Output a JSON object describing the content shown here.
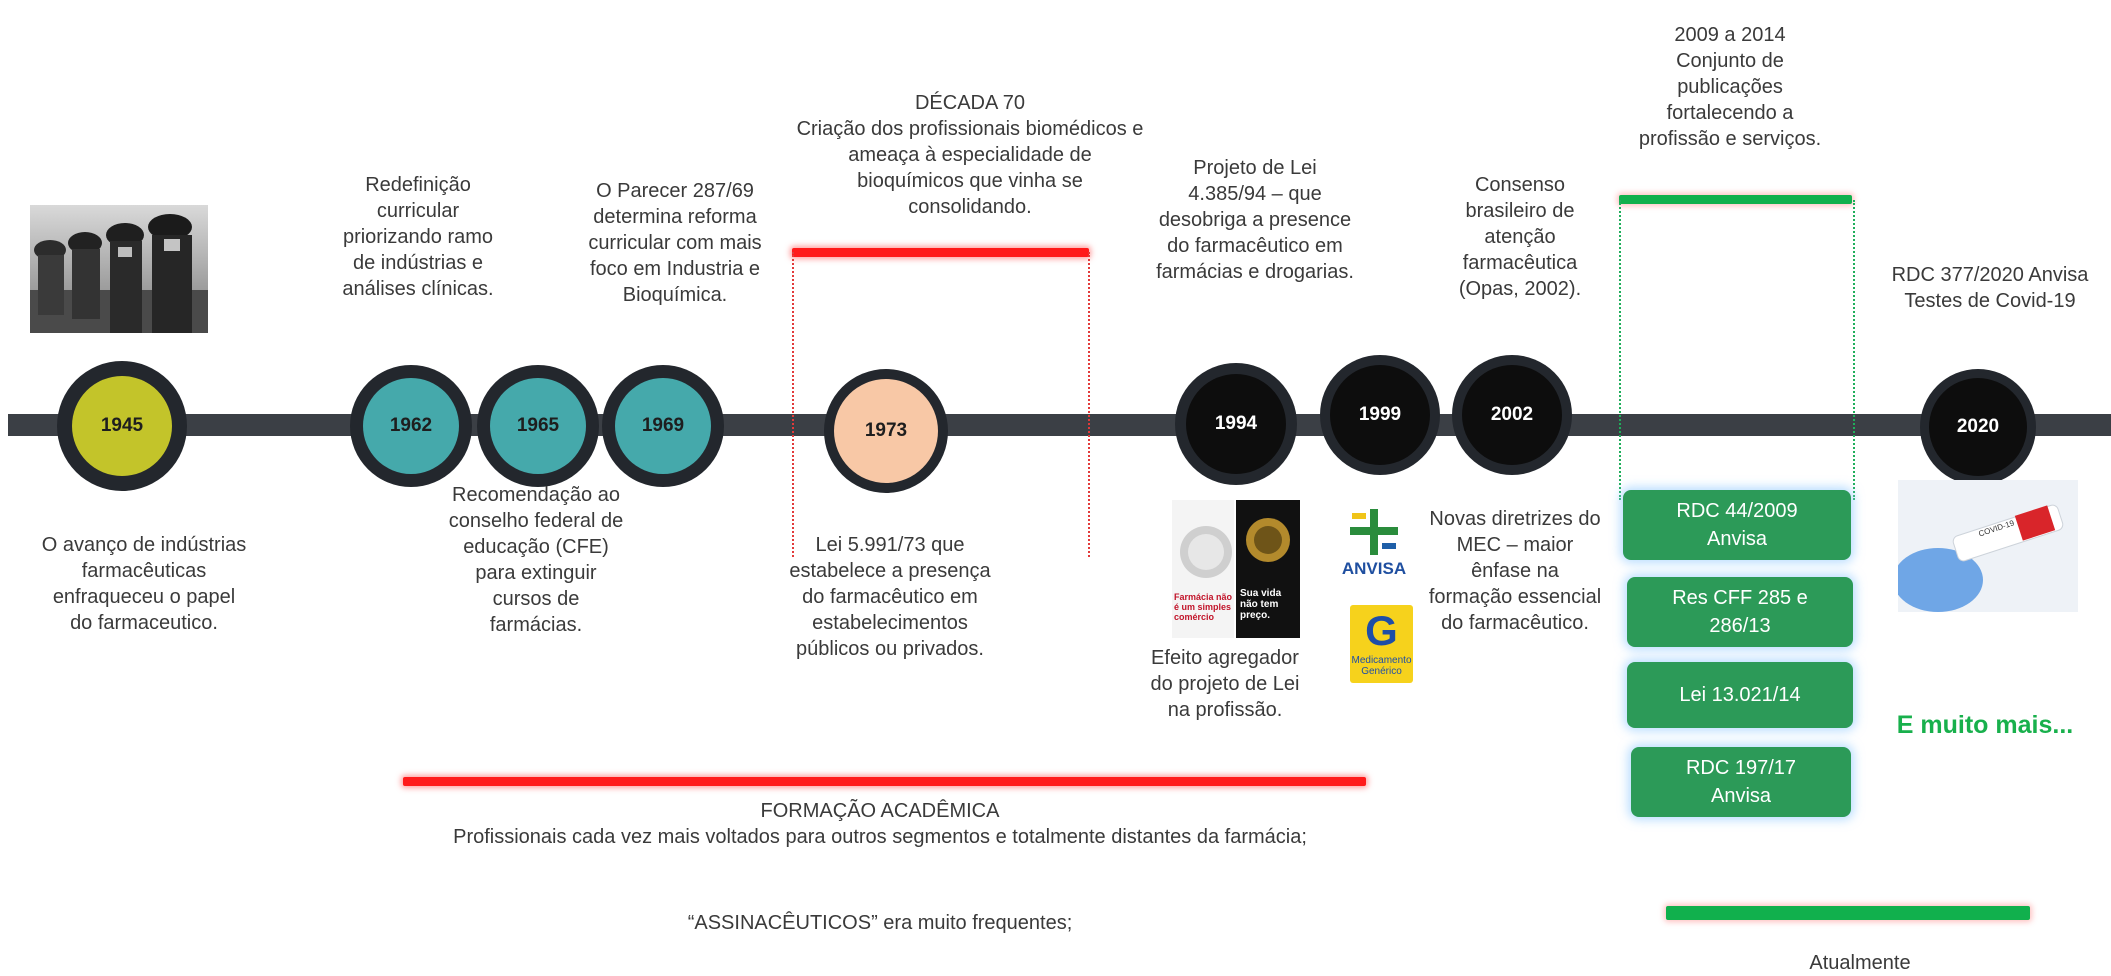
{
  "colors": {
    "timeline": "#3b3f45",
    "node_1945": "#c3c42a",
    "node_teal": "#45a9ab",
    "node_1973": "#f8c8a6",
    "node_black": "#0d0d0d",
    "red": "#ff1a1a",
    "green": "#11b04d",
    "green_box": "#2c9a58"
  },
  "nodes": [
    {
      "year": "1945"
    },
    {
      "year": "1962"
    },
    {
      "year": "1965"
    },
    {
      "year": "1969"
    },
    {
      "year": "1973"
    },
    {
      "year": "1994"
    },
    {
      "year": "1999"
    },
    {
      "year": "2002"
    },
    {
      "year": "2020"
    }
  ],
  "texts": {
    "t1945": "O avanço de indústrias\nfarmacêuticas\nenfraqueceu o papel\ndo farmaceutico.",
    "t1962": "Redefinição\ncurricular\npriorizando ramo\nde indústrias e\nanálises clínicas.",
    "t1965": "Recomendação ao\nconselho federal de\neducação (CFE)\npara extinguir\ncursos de\nfarmácias.",
    "t1969": "O Parecer 287/69\ndetermina reforma\ncurricular com mais\nfoco em Industria e\nBioquímica.",
    "t70": "DÉCADA 70\nCriação dos profissionais biomédicos e\nameaça à especialidade de\nbioquímicos que vinha se\nconsolidando.",
    "t1973": "Lei 5.991/73 que\nestabelece a presença\ndo farmacêutico em\nestabelecimentos\npúblicos ou privados.",
    "t1994": "Projeto de Lei\n4.385/94 – que\ndesobriga a presence\ndo farmacêutico em\nfarmácias e drogarias.",
    "t1994b": "Efeito agregador\ndo projeto de Lei\nna profissão.",
    "t1999": "Novas diretrizes do\nMEC – maior\nênfase na\nformação essencial\ndo farmacêutico.",
    "t2002": "Consenso\nbrasileiro de\natenção\nfarmacêutica\n(Opas, 2002).",
    "t2009": "2009 a 2014\nConjunto de\npublicações\nfortalecendo a\nprofissão e serviços.",
    "t2020": "RDC 377/2020 Anvisa\nTestes de Covid-19",
    "formacao_title": "FORMAÇÃO ACADÊMICA",
    "formacao_desc": "Profissionais cada vez mais voltados para outros segmentos e totalmente distantes da farmácia;",
    "assinaceuticos": "“ASSINACÊUTICOS” era muito frequentes;",
    "e_muito_mais": "E muito mais...",
    "atualmente": "Atualmente"
  },
  "green_boxes": [
    "RDC 44/2009\nAnvisa",
    "Res CFF 285 e\n286/13",
    "Lei 13.021/14",
    "RDC 197/17\nAnvisa"
  ],
  "images": {
    "anvisa_label": "ANVISA",
    "generico_logo": "G",
    "generico_label": "Medicamento\nGenérico",
    "poster_left": "Farmácia não\né um simples\ncomércio",
    "poster_right": "Sua vida\nnão tem\npreço.",
    "covid_tube": "COVID-19"
  }
}
